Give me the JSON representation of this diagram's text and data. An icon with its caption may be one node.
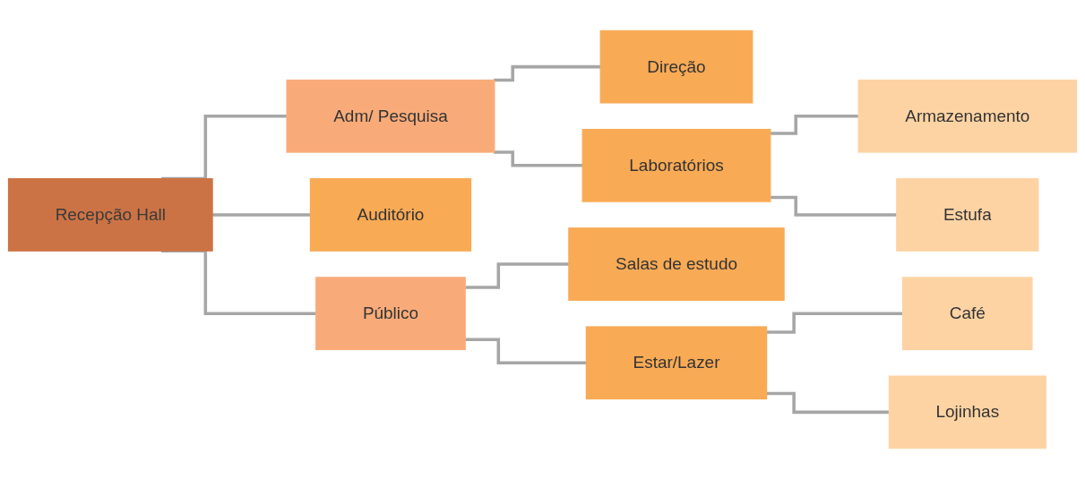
{
  "diagram": {
    "nodes": [
      {
        "text": [
          "Recepção Hall"
        ]
      },
      {
        "text": [
          "Adm/ Pesquisa"
        ]
      },
      {
        "text": [
          "Direção"
        ]
      },
      {
        "text": [
          "Laboratórios"
        ]
      },
      {
        "text": [
          "Armazenamento"
        ]
      },
      {
        "text": [
          "Estufa"
        ]
      },
      {
        "text": [
          "Auditório"
        ]
      },
      {
        "text": [
          "Público"
        ]
      },
      {
        "text": [
          "Salas de estudo"
        ]
      },
      {
        "text": [
          "Estar/Lazer"
        ]
      },
      {
        "text": [
          "Café"
        ]
      },
      {
        "text": [
          "Lojinhas"
        ]
      }
    ],
    "edges": [
      {
        "from": 0,
        "to": 1,
        "arrow": "none"
      },
      {
        "from": 0,
        "to": 6,
        "arrow": "none"
      },
      {
        "from": 0,
        "to": 7,
        "arrow": "none"
      },
      {
        "from": 1,
        "to": 2,
        "arrow": "none"
      },
      {
        "from": 1,
        "to": 3,
        "arrow": "none"
      },
      {
        "from": 3,
        "to": 4,
        "arrow": "none"
      },
      {
        "from": 3,
        "to": 5,
        "arrow": "none"
      },
      {
        "from": 7,
        "to": 8,
        "arrow": "none"
      },
      {
        "from": 7,
        "to": 9,
        "arrow": "none"
      },
      {
        "from": 9,
        "to": 10,
        "arrow": "none"
      },
      {
        "from": 9,
        "to": 11,
        "arrow": "none"
      }
    ]
  }
}
